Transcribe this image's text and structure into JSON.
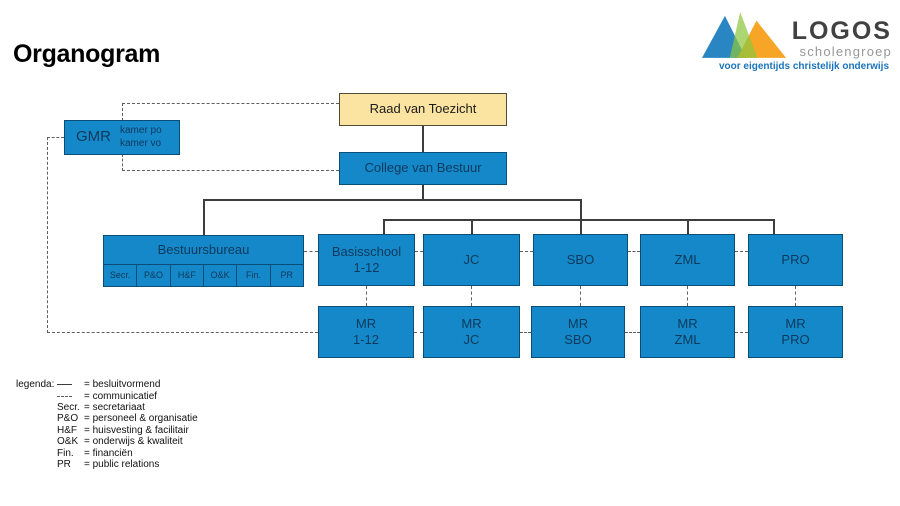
{
  "page": {
    "title": "Organogram"
  },
  "logo": {
    "name": "LOGOS",
    "subtitle": "scholengroep",
    "tagline": "voor eigentijds christelijk onderwijs",
    "colors": {
      "blue": "#1f7ec0",
      "green": "#8cc63f",
      "orange": "#f6a01a",
      "name_text": "#414042",
      "subtitle_text": "#97989a",
      "tagline_text": "#1b75bc"
    }
  },
  "colors": {
    "node_blue": "#1588c9",
    "node_border": "#0b4d77",
    "node_text": "#0d3a5c",
    "raad_fill": "#fbe3a1",
    "raad_border": "#4c4c38",
    "solid_line": "#3d3d3d",
    "dashed_line": "#5f5f5f"
  },
  "org": {
    "raad": {
      "label": "Raad van Toezicht"
    },
    "college": {
      "label": "College van Bestuur"
    },
    "gmr": {
      "label": "GMR",
      "rooms": [
        "kamer po",
        "kamer vo"
      ]
    },
    "bureau": {
      "label": "Bestuursbureau",
      "departments": [
        "Secr.",
        "P&O",
        "H&F",
        "O&K",
        "Fin.",
        "PR"
      ]
    },
    "schools": [
      {
        "line1": "Basisschool",
        "line2": "1-12"
      },
      {
        "line1": "JC",
        "line2": ""
      },
      {
        "line1": "SBO",
        "line2": ""
      },
      {
        "line1": "ZML",
        "line2": ""
      },
      {
        "line1": "PRO",
        "line2": ""
      }
    ],
    "councils": [
      {
        "line1": "MR",
        "line2": "1-12"
      },
      {
        "line1": "MR",
        "line2": "JC"
      },
      {
        "line1": "MR",
        "line2": "SBO"
      },
      {
        "line1": "MR",
        "line2": "ZML"
      },
      {
        "line1": "MR",
        "line2": "PRO"
      }
    ]
  },
  "legend": {
    "title": "legenda:",
    "solid_def": "= besluitvormend",
    "dashed_def": "= communicatief",
    "items": [
      {
        "abbr": "Secr.",
        "def": "= secretariaat"
      },
      {
        "abbr": "P&O",
        "def": "= personeel & organisatie"
      },
      {
        "abbr": "H&F",
        "def": "= huisvesting & facilitair"
      },
      {
        "abbr": "O&K",
        "def": "= onderwijs & kwaliteit"
      },
      {
        "abbr": "Fin.",
        "def": "= financiën"
      },
      {
        "abbr": "PR",
        "def": "= public relations"
      }
    ]
  }
}
